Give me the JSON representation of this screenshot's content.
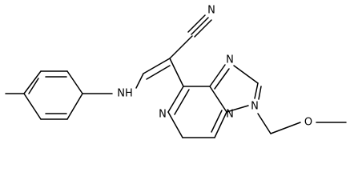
{
  "atoms": {
    "nitrile_n": "N",
    "amine_nh": "NH",
    "purine_n7": "N",
    "purine_n9": "N",
    "purine_n1": "N",
    "purine_n3": "N",
    "ether_o": "O"
  }
}
